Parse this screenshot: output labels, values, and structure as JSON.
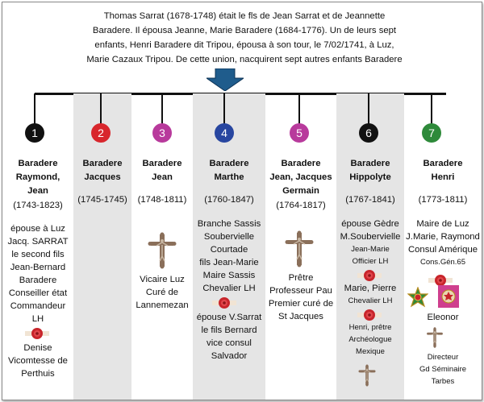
{
  "intro": {
    "line1": "Thomas Sarrat (1678-1748) était le fls de Jean Sarrat et de Jeannette",
    "line2": "Baradere. Il épousa Jeanne, Marie Baradere (1684-1776). Un de leurs sept",
    "line3": "enfants, Henri Baradere dit Tripou, épousa à son tour, le 7/02/1741, à Luz,",
    "line4": "Marie Cazaux Tripou. De cette union, nacquirent sept autres enfants Baradere"
  },
  "colors": {
    "arrow": "#1f5c8c",
    "shade": "#e5e5e5",
    "rosette": "#c8252b"
  },
  "children": [
    {
      "num": "1",
      "color": "#111111",
      "name1": "Baradere",
      "name2": "Raymond,",
      "name3": "Jean",
      "dates": "(1743-1823)",
      "n1": "épouse à Luz",
      "n2": "Jacq. SARRAT",
      "n3": "le second fils",
      "n4": "Jean-Bernard",
      "n5": "Baradere",
      "n6": "Conseiller état",
      "n7": "Commandeur",
      "n8": "LH",
      "n9": "Denise",
      "n10": "Vicomtesse de",
      "n11": "Perthuis"
    },
    {
      "num": "2",
      "color": "#d8262c",
      "name1": "Baradere",
      "name2": "Jacques",
      "dates": "(1745-1745)"
    },
    {
      "num": "3",
      "color": "#b83a9c",
      "name1": "Baradere",
      "name2": "Jean",
      "dates": "(1748-1811)",
      "n1": "Vicaire Luz",
      "n2": "Curé de",
      "n3": "Lannemezan"
    },
    {
      "num": "4",
      "color": "#2846a0",
      "name1": "Baradere",
      "name2": "Marthe",
      "dates": "(1760-1847)",
      "n1": "Branche Sassis",
      "n2": "Soubervielle",
      "n3": "Courtade",
      "n4": "fils Jean-Marie",
      "n5": "Maire Sassis",
      "n6": "Chevalier LH",
      "n7": "épouse V.Sarrat",
      "n8": "le fils Bernard",
      "n9": "vice consul",
      "n10": "Salvador"
    },
    {
      "num": "5",
      "color": "#b83a9c",
      "name1": "Baradere",
      "name2": "Jean, Jacques",
      "name3": "Germain",
      "dates": "(1764-1817)",
      "n1": "Prêtre",
      "n2": "Professeur Pau",
      "n3": "Premier curé de",
      "n4": "St Jacques"
    },
    {
      "num": "6",
      "color": "#111111",
      "name1": "Baradere",
      "name2": "Hippolyte",
      "dates": "(1767-1841)",
      "n1": "épouse Gèdre",
      "n2": "M.Soubervielle",
      "n3": "Jean-Marie",
      "n4": "Officier LH",
      "n5": "Marie, Pierre",
      "n6": "Chevalier LH",
      "n7": "Henri, prêtre",
      "n8": "Archéologue",
      "n9": "Mexique"
    },
    {
      "num": "7",
      "color": "#2e8a3a",
      "name1": "Baradere",
      "name2": "Henri",
      "dates": "(1773-1811)",
      "n1": "Maire de Luz",
      "n2": "J.Marie, Raymond",
      "n3": "Consul Amérique",
      "n4": "Cons.Gén.65",
      "n5": "Eleonor",
      "n6": "Directeur",
      "n7": "Gd Séminaire",
      "n8": "Tarbes"
    }
  ]
}
